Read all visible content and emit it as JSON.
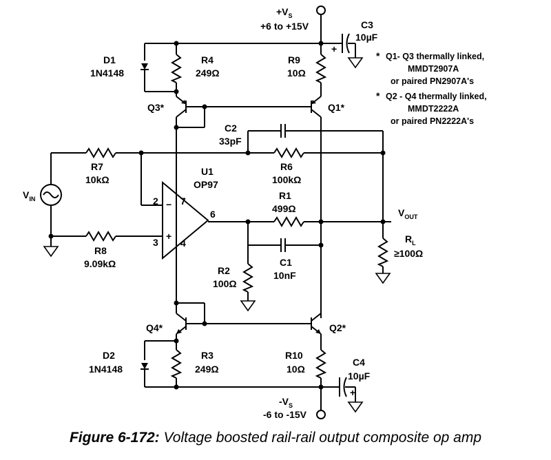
{
  "supply_pos": {
    "name": "+V",
    "sub": "S",
    "range": "+6 to +15V"
  },
  "supply_neg": {
    "name": "-V",
    "sub": "S",
    "range": "-6 to -15V"
  },
  "components": {
    "c3": {
      "ref": "C3",
      "value": "10µF"
    },
    "c4": {
      "ref": "C4",
      "value": "10µF"
    },
    "d1": {
      "ref": "D1",
      "value": "1N4148"
    },
    "d2": {
      "ref": "D2",
      "value": "1N4148"
    },
    "r4": {
      "ref": "R4",
      "value": "249Ω"
    },
    "r9": {
      "ref": "R9",
      "value": "10Ω"
    },
    "r3": {
      "ref": "R3",
      "value": "249Ω"
    },
    "r10": {
      "ref": "R10",
      "value": "10Ω"
    },
    "q1": {
      "ref": "Q1*"
    },
    "q2": {
      "ref": "Q2*"
    },
    "q3": {
      "ref": "Q3*"
    },
    "q4": {
      "ref": "Q4*"
    },
    "c2": {
      "ref": "C2",
      "value": "33pF"
    },
    "r6": {
      "ref": "R6",
      "value": "100kΩ"
    },
    "r7": {
      "ref": "R7",
      "value": "10kΩ"
    },
    "r8": {
      "ref": "R8",
      "value": "9.09kΩ"
    },
    "u1": {
      "ref": "U1",
      "value": "OP97"
    },
    "r1": {
      "ref": "R1",
      "value": "499Ω"
    },
    "r2": {
      "ref": "R2",
      "value": "100Ω"
    },
    "c1": {
      "ref": "C1",
      "value": "10nF"
    },
    "rl": {
      "ref": "R",
      "sub": "L",
      "value": "≥100Ω"
    }
  },
  "vin": {
    "name": "V",
    "sub": "IN"
  },
  "vout": {
    "name": "V",
    "sub": "OUT"
  },
  "pins": {
    "p2": "2",
    "p3": "3",
    "p4": "4",
    "p6": "6",
    "p7": "7",
    "minus": "−",
    "plus": "+"
  },
  "cap_polarity": {
    "c3": "+",
    "c4": "+"
  },
  "notes": {
    "n1_star": "*",
    "n1_l1": "Q1- Q3 thermally linked,",
    "n1_l2": "MMDT2907A",
    "n1_l3": "or paired PN2907A's",
    "n2_star": "*",
    "n2_l1": "Q2 - Q4 thermally linked,",
    "n2_l2": "MMDT2222A",
    "n2_l3": "or paired PN2222A's"
  },
  "caption": {
    "figure": "Figure 6-172:",
    "description": "Voltage boosted rail-rail output composite op amp"
  }
}
